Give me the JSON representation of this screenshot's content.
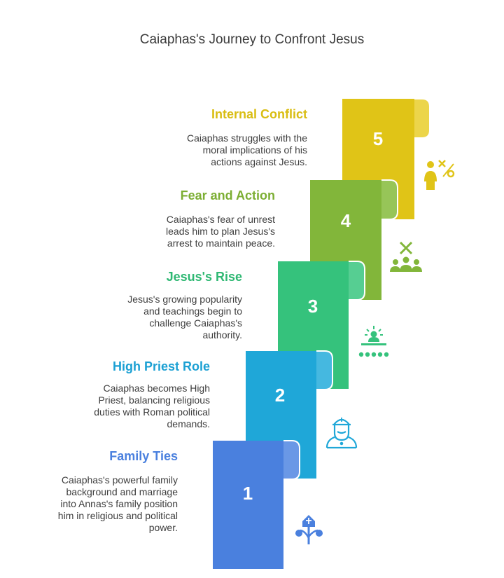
{
  "title": "Caiaphas's Journey to Confront Jesus",
  "steps": [
    {
      "number": "1",
      "title": "Family Ties",
      "description": [
        "Caiaphas's powerful family",
        "background and marriage",
        "into Annas's family position",
        "him in religious and political",
        "power."
      ],
      "color": "#4a80de",
      "icon": "family-tree-icon"
    },
    {
      "number": "2",
      "title": "High Priest Role",
      "description": [
        "Caiaphas becomes High",
        "Priest, balancing religious",
        "duties with Roman political",
        "demands."
      ],
      "color": "#1fa7d8",
      "icon": "high-priest-icon"
    },
    {
      "number": "3",
      "title": "Jesus's Rise",
      "description": [
        "Jesus's growing popularity",
        "and teachings begin to",
        "challenge Caiaphas's",
        "authority."
      ],
      "color": "#35c27c",
      "icon": "rising-leader-icon"
    },
    {
      "number": "4",
      "title": "Fear and Action",
      "description": [
        "Caiaphas's fear of unrest",
        "leads him to plan Jesus's",
        "arrest to maintain peace."
      ],
      "color": "#82b63a",
      "icon": "group-cross-icon"
    },
    {
      "number": "5",
      "title": "Internal Conflict",
      "description": [
        "Caiaphas struggles with the",
        "moral implications of his",
        "actions against Jesus."
      ],
      "color": "#e0c417",
      "icon": "person-dilemma-icon"
    }
  ]
}
